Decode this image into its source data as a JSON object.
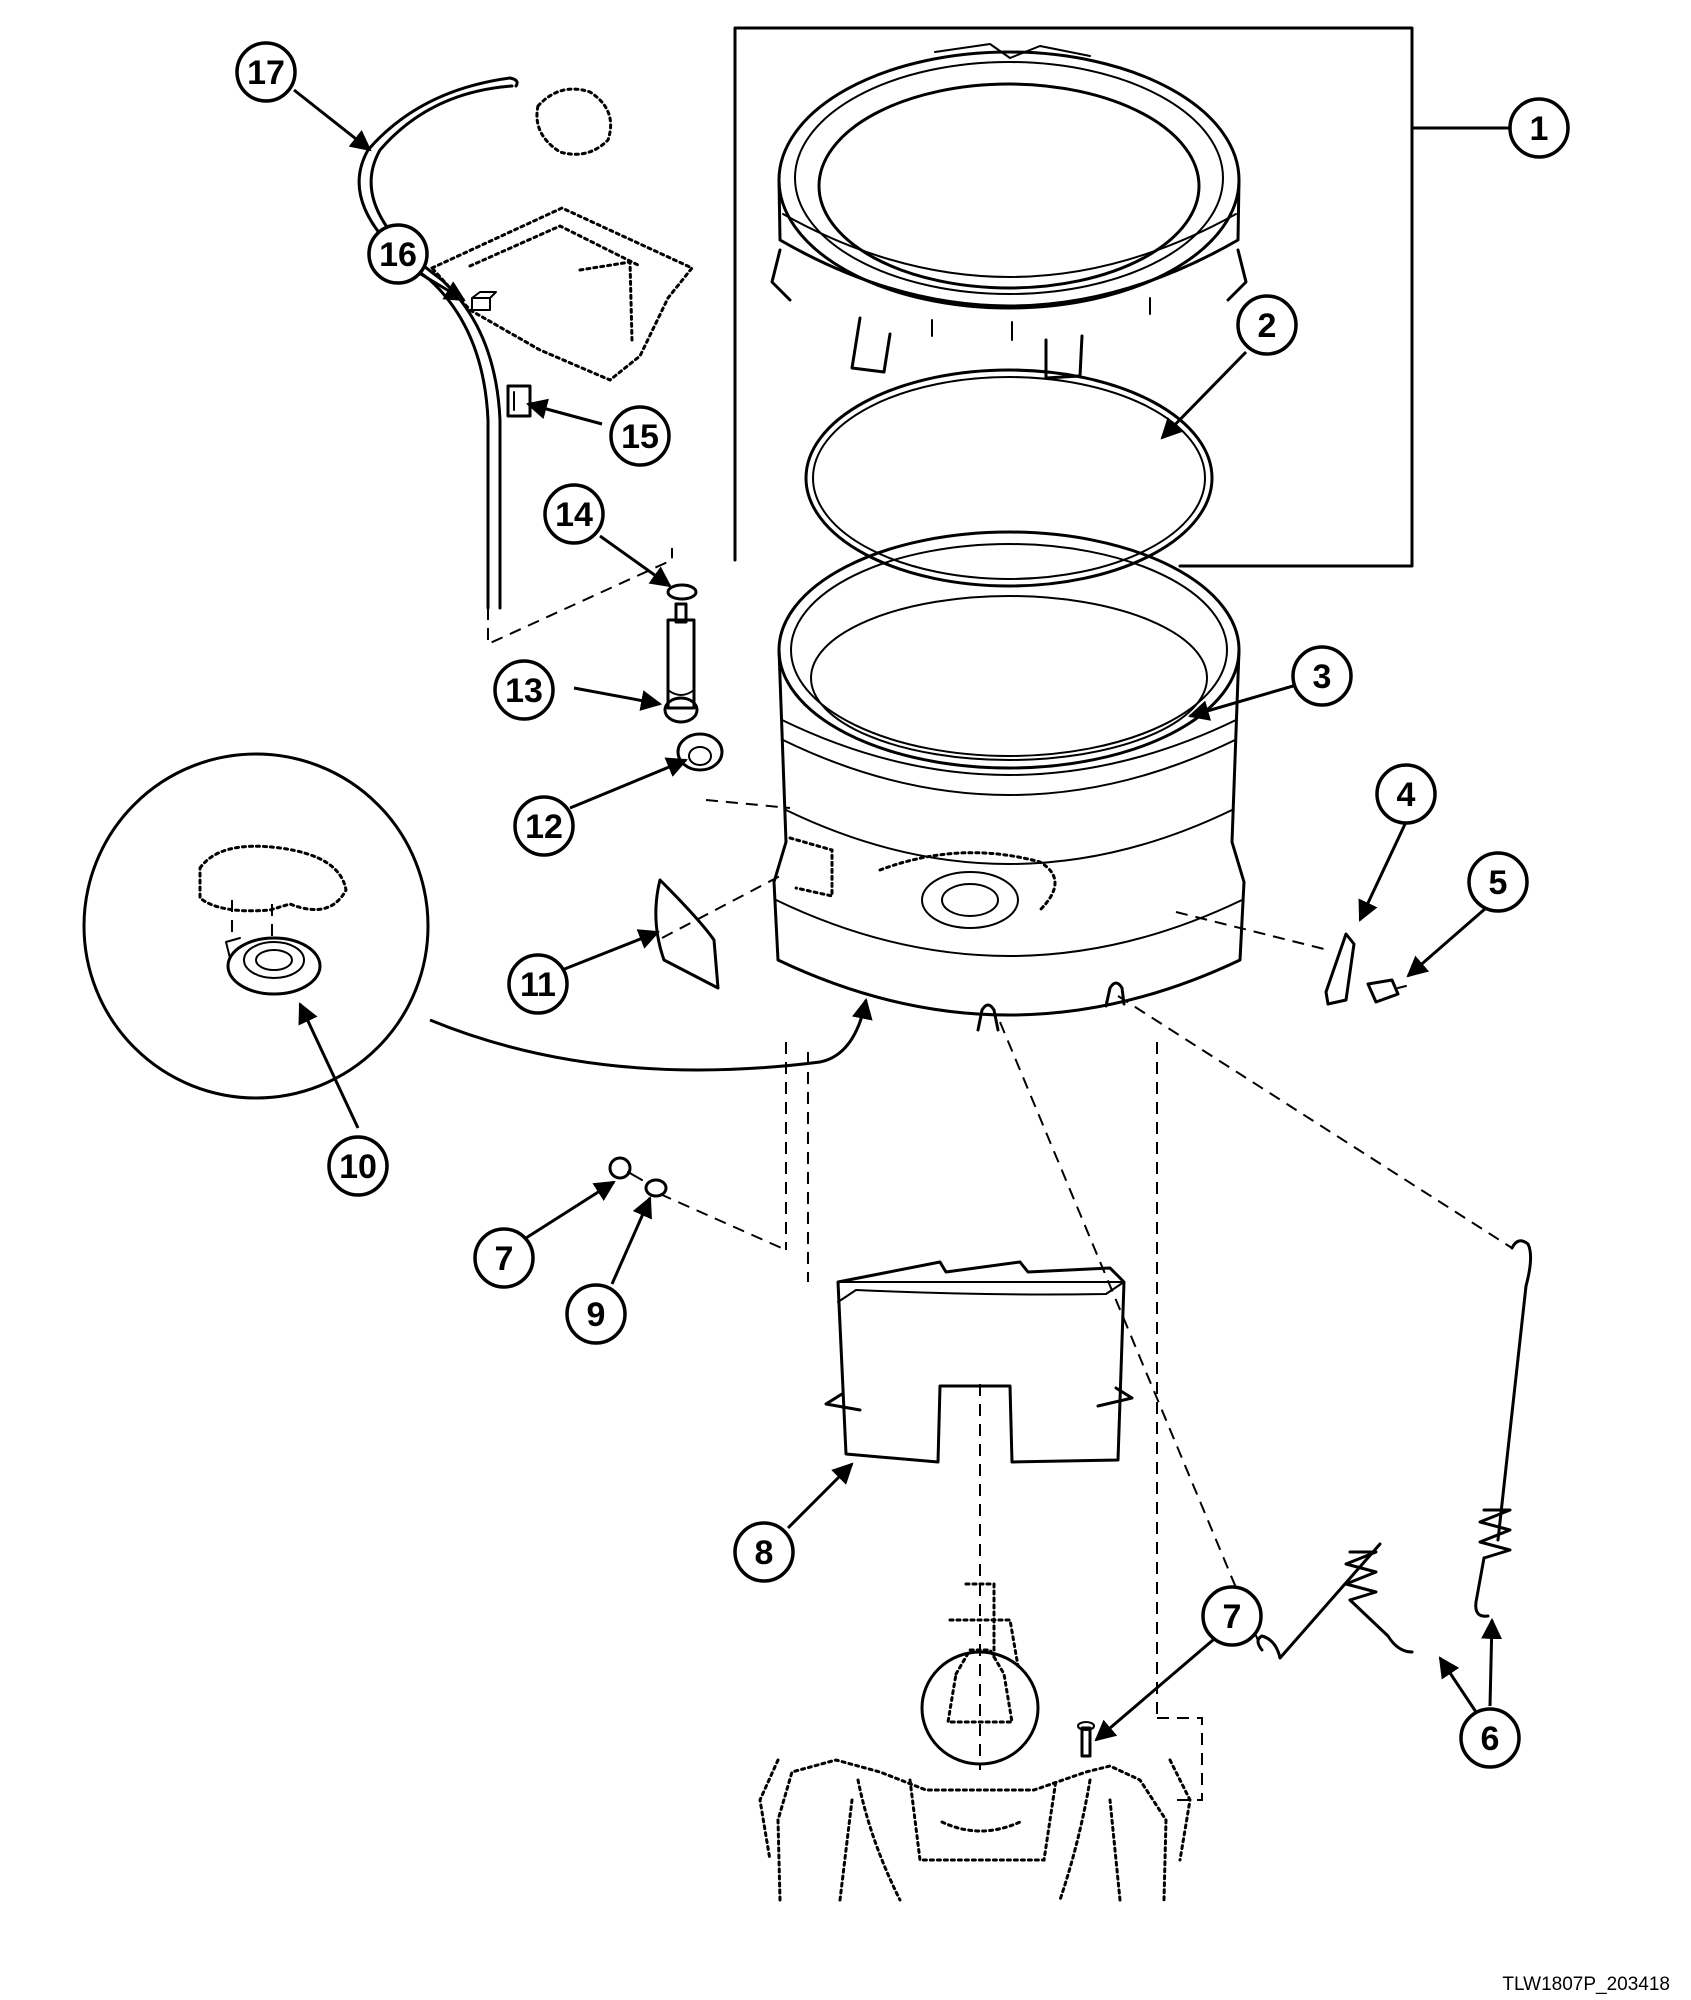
{
  "drawing_id": "TLW1807P_203418",
  "callouts": [
    {
      "key": "c1",
      "number": "1"
    },
    {
      "key": "c2",
      "number": "2"
    },
    {
      "key": "c3",
      "number": "3"
    },
    {
      "key": "c4",
      "number": "4"
    },
    {
      "key": "c5",
      "number": "5"
    },
    {
      "key": "c6",
      "number": "6"
    },
    {
      "key": "c7a",
      "number": "7"
    },
    {
      "key": "c7b",
      "number": "7"
    },
    {
      "key": "c8",
      "number": "8"
    },
    {
      "key": "c9",
      "number": "9"
    },
    {
      "key": "c10",
      "number": "10"
    },
    {
      "key": "c11",
      "number": "11"
    },
    {
      "key": "c12",
      "number": "12"
    },
    {
      "key": "c13",
      "number": "13"
    },
    {
      "key": "c14",
      "number": "14"
    },
    {
      "key": "c15",
      "number": "15"
    },
    {
      "key": "c16",
      "number": "16"
    },
    {
      "key": "c17",
      "number": "17"
    }
  ]
}
